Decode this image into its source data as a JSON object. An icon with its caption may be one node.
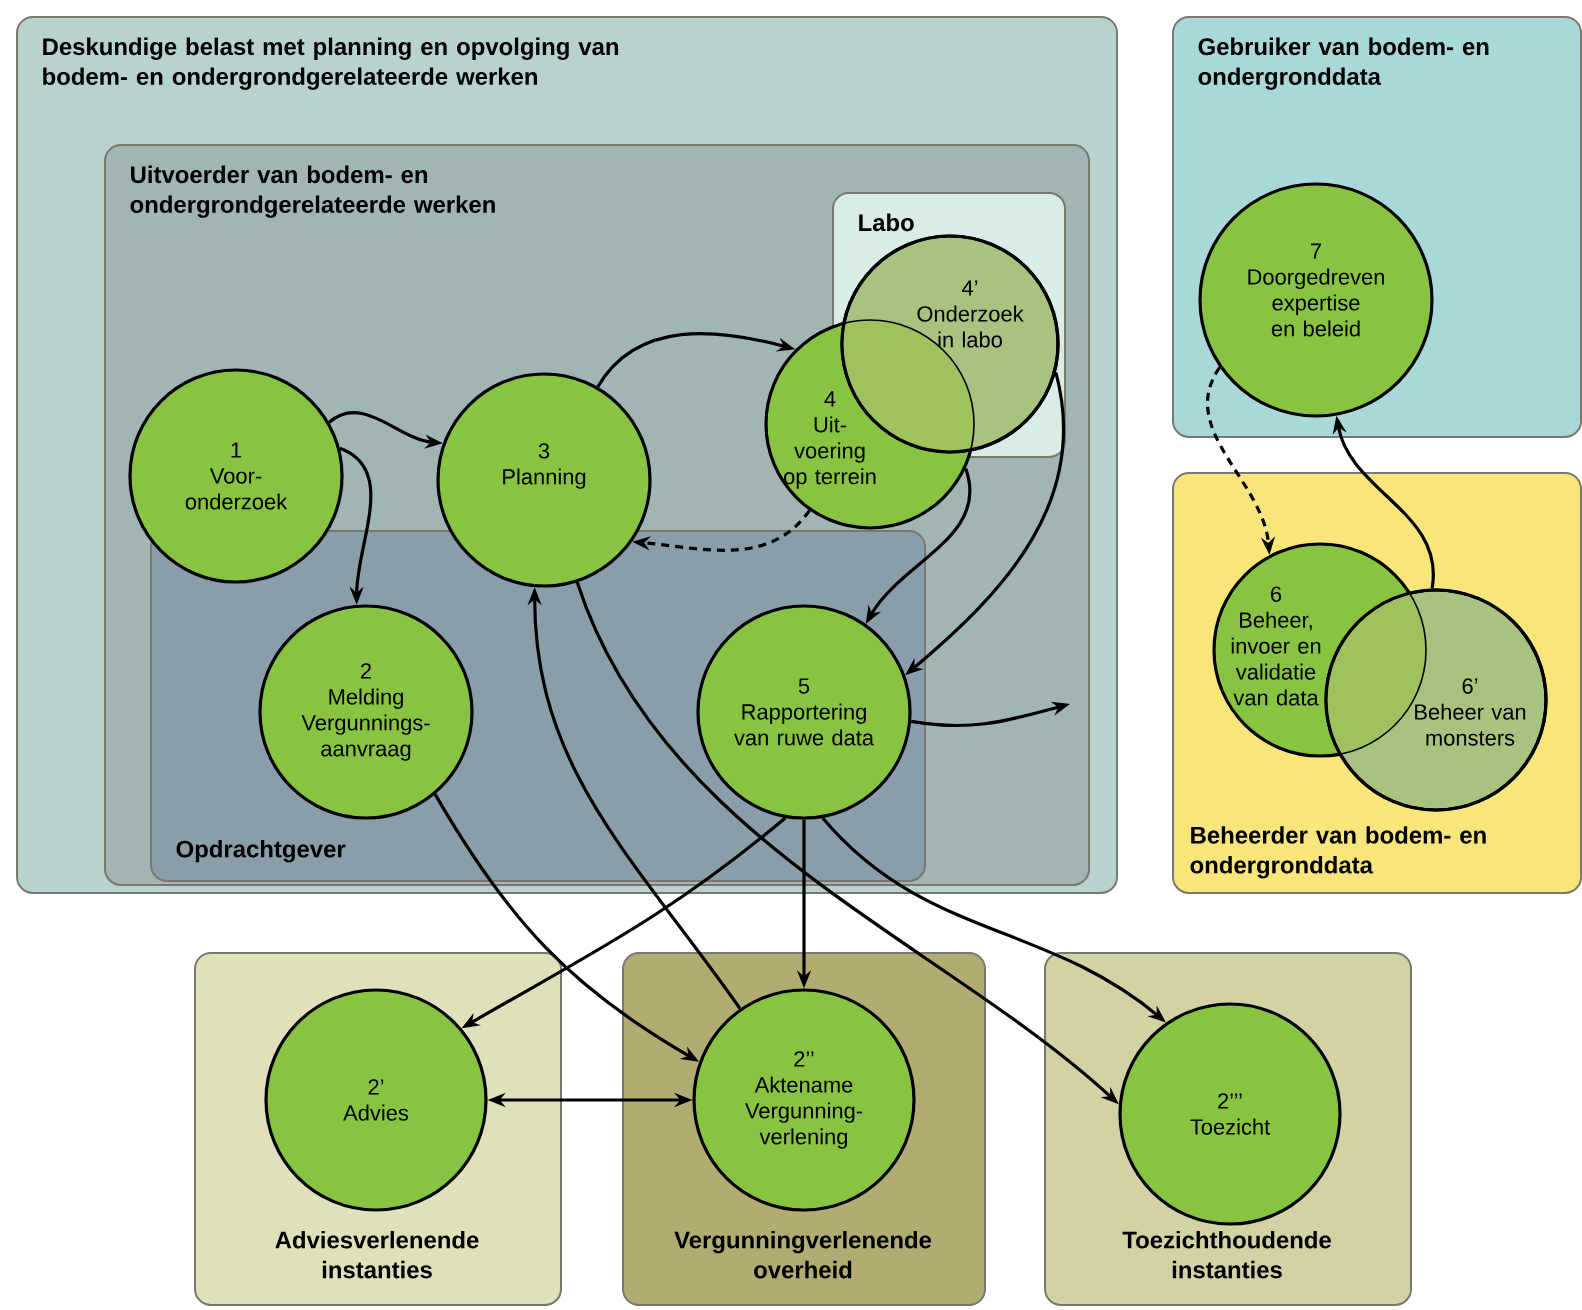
{
  "diagram": {
    "nodes": [
      {
        "text": [
          "Deskundige belast met planning en opvolging van bodem- en ondergrondgerelateerde werken"
        ]
      },
      {
        "text": [
          "Uitvoerder van bodem- en ondergrondgerelateerde werken"
        ],
        "in": 0
      },
      {
        "text": [
          "Labo"
        ],
        "in": 1
      },
      {
        "text": [
          "Opdrachtgever"
        ],
        "in": 1
      },
      {
        "text": [
          "Gebruiker van bodem- en ondergronddata"
        ]
      },
      {
        "text": [
          "Beheerder van bodem- en ondergronddata"
        ]
      },
      {
        "text": [
          "Adviesverlenende instanties"
        ]
      },
      {
        "text": [
          "Vergunningverlenende overheid"
        ]
      },
      {
        "text": [
          "Toezichthoudende instanties"
        ]
      },
      {
        "text": [
          "1",
          "Voor- onderzoek"
        ],
        "in": 1
      },
      {
        "text": [
          "3",
          "Planning"
        ],
        "in": 1
      },
      {
        "text": [
          "4",
          "Uit- voering op terrein"
        ],
        "in": 1
      },
      {
        "text": [
          "4’",
          "Onderzoek in labo"
        ],
        "in": 2
      },
      {
        "text": [
          "2",
          "Melding Vergunnings- aanvraag"
        ],
        "in": 3
      },
      {
        "text": [
          "5",
          "Rapportering van ruwe data"
        ],
        "in": 3
      },
      {
        "text": [
          "7",
          "Doorgedreven expertise en beleid"
        ],
        "in": 4
      },
      {
        "text": [
          "6",
          "Beheer, invoer en validatie van data"
        ],
        "in": 5
      },
      {
        "text": [
          "6’",
          "Beheer van monsters"
        ],
        "in": 5
      },
      {
        "text": [
          "2’",
          "Advies"
        ],
        "in": 6
      },
      {
        "text": [
          "2’’",
          "Aktename Vergunning- verlening"
        ],
        "in": 7
      },
      {
        "text": [
          "2’’’",
          "Toezicht"
        ],
        "in": 8
      }
    ],
    "edges": [
      {
        "from": 9,
        "to": 10,
        "arrow": "to"
      },
      {
        "from": 9,
        "to": 13,
        "arrow": "to"
      },
      {
        "from": 10,
        "to": 11,
        "arrow": "to"
      },
      {
        "from": 11,
        "to": 10,
        "arrow": "to",
        "style": "dashed"
      },
      {
        "from": 11,
        "to": 14,
        "arrow": "to"
      },
      {
        "from": 12,
        "to": 14,
        "arrow": "to"
      },
      {
        "from": 14,
        "to": null,
        "arrow": "to"
      },
      {
        "from": 13,
        "to": 19,
        "arrow": "to"
      },
      {
        "from": 19,
        "to": 10,
        "arrow": "to"
      },
      {
        "from": 10,
        "to": 20,
        "arrow": "to"
      },
      {
        "from": 14,
        "to": 18,
        "arrow": "to"
      },
      {
        "from": 14,
        "to": 19,
        "arrow": "to"
      },
      {
        "from": 14,
        "to": 20,
        "arrow": "to"
      },
      {
        "from": 18,
        "to": 19,
        "arrow": "both"
      },
      {
        "from": 15,
        "to": 16,
        "arrow": "to",
        "style": "dashed"
      },
      {
        "from": 17,
        "to": 15,
        "arrow": "to"
      }
    ]
  }
}
